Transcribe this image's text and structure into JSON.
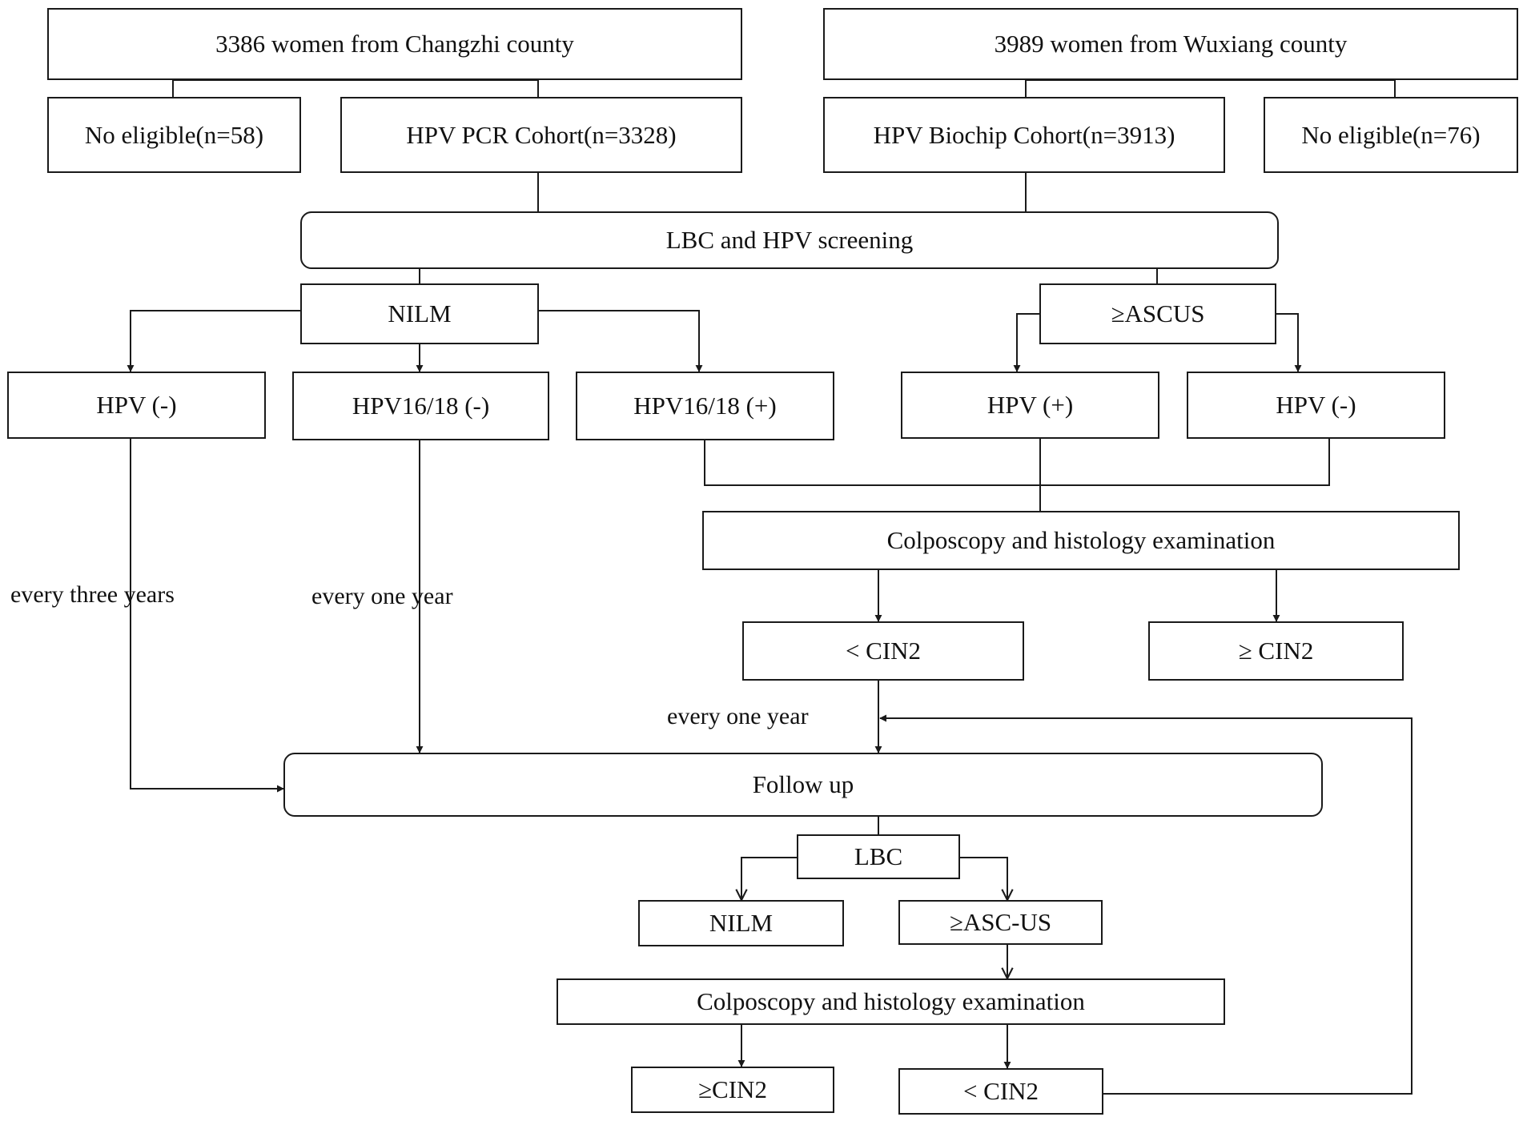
{
  "nodes": {
    "changzhi": "3386 women from Changzhi county",
    "wuxiang": "3989 women from Wuxiang county",
    "no_eligible_left": "No eligible(n=58)",
    "pcr_cohort": "HPV PCR Cohort(n=3328)",
    "biochip_cohort": "HPV Biochip Cohort(n=3913)",
    "no_eligible_right": "No eligible(n=76)",
    "screening": "LBC and HPV screening",
    "nilm": "NILM",
    "ascus": "≥ASCUS",
    "hpv_neg_left": "HPV (-)",
    "hpv1618_neg": "HPV16/18 (-)",
    "hpv1618_pos": "HPV16/18 (+)",
    "hpv_pos": "HPV (+)",
    "hpv_neg_right": "HPV (-)",
    "colposcopy_1": "Colposcopy and histology examination",
    "lt_cin2_1": "< CIN2",
    "ge_cin2_1": "≥ CIN2",
    "follow_up": "Follow up",
    "lbc": "LBC",
    "nilm_2": "NILM",
    "asc_us": "≥ASC-US",
    "colposcopy_2": "Colposcopy and histology examination",
    "ge_cin2_2": "≥CIN2",
    "lt_cin2_2": "< CIN2"
  },
  "edge_labels": {
    "every_three_years": "every three years",
    "every_one_year_left": "every one year",
    "every_one_year_right": "every one year"
  },
  "colors": {
    "stroke": "#1a1a1a",
    "background": "#ffffff",
    "text": "#111111"
  }
}
